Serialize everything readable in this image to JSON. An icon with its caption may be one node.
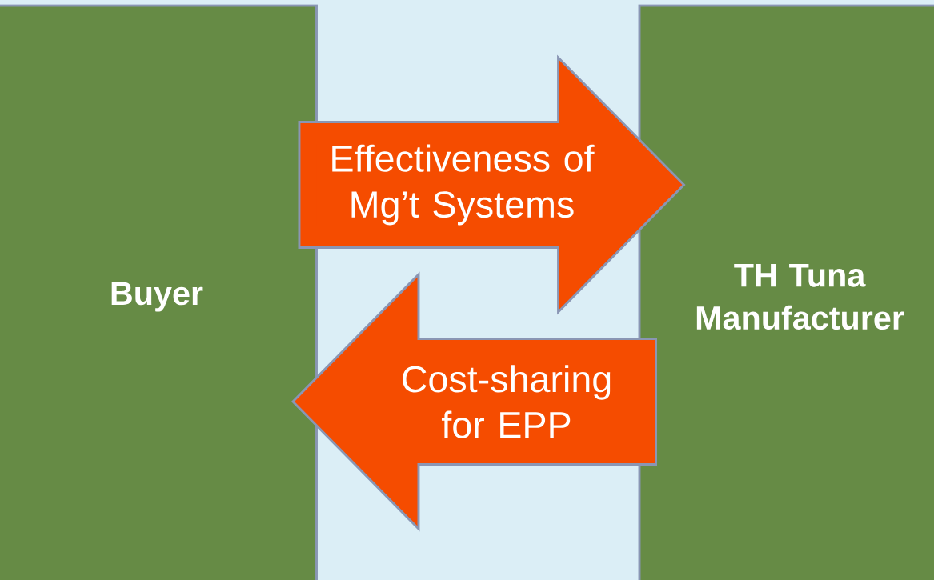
{
  "diagram": {
    "nodes": [
      {
        "text": [
          "Buyer"
        ]
      },
      {
        "text": [
          "TH Tuna Manufacturer"
        ]
      }
    ],
    "edges": [
      {
        "from": 0,
        "to": 1,
        "arrow": "to",
        "label": "Effectiveness of Mg’t Systems"
      },
      {
        "from": 1,
        "to": 0,
        "arrow": "to",
        "label": "Cost-sharing for EPP"
      }
    ]
  }
}
